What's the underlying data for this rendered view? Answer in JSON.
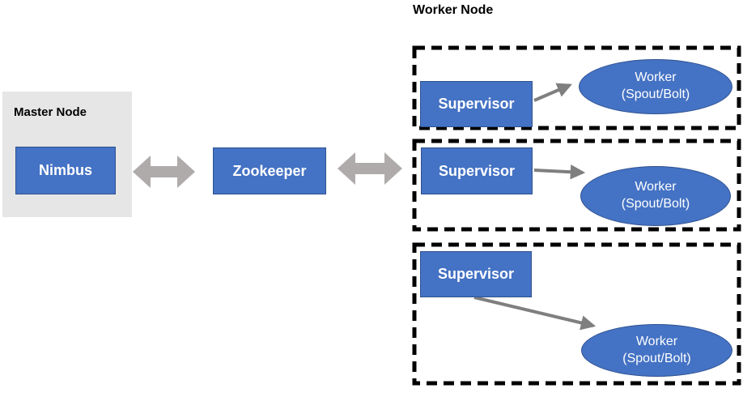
{
  "diagram": {
    "worker_node_title": "Worker Node",
    "master_node": {
      "title": "Master Node",
      "nimbus_label": "Nimbus"
    },
    "zookeeper_label": "Zookeeper",
    "worker_nodes": [
      {
        "supervisor_label": "Supervisor",
        "worker_line1": "Worker",
        "worker_line2": "(Spout/Bolt)"
      },
      {
        "supervisor_label": "Supervisor",
        "worker_line1": "Worker",
        "worker_line2": "(Spout/Bolt)"
      },
      {
        "supervisor_label": "Supervisor",
        "worker_line1": "Worker",
        "worker_line2": "(Spout/Bolt)"
      }
    ]
  },
  "colors": {
    "node_fill": "#4472c4",
    "node_border": "#2f528f",
    "node_text": "#ffffff",
    "master_group_bg": "#e7e6e6",
    "double_arrow": "#afabab",
    "connector_arrow": "#7f7f7f",
    "dashed_border": "#000000",
    "title_text": "#000000",
    "canvas_bg": "#ffffff"
  }
}
